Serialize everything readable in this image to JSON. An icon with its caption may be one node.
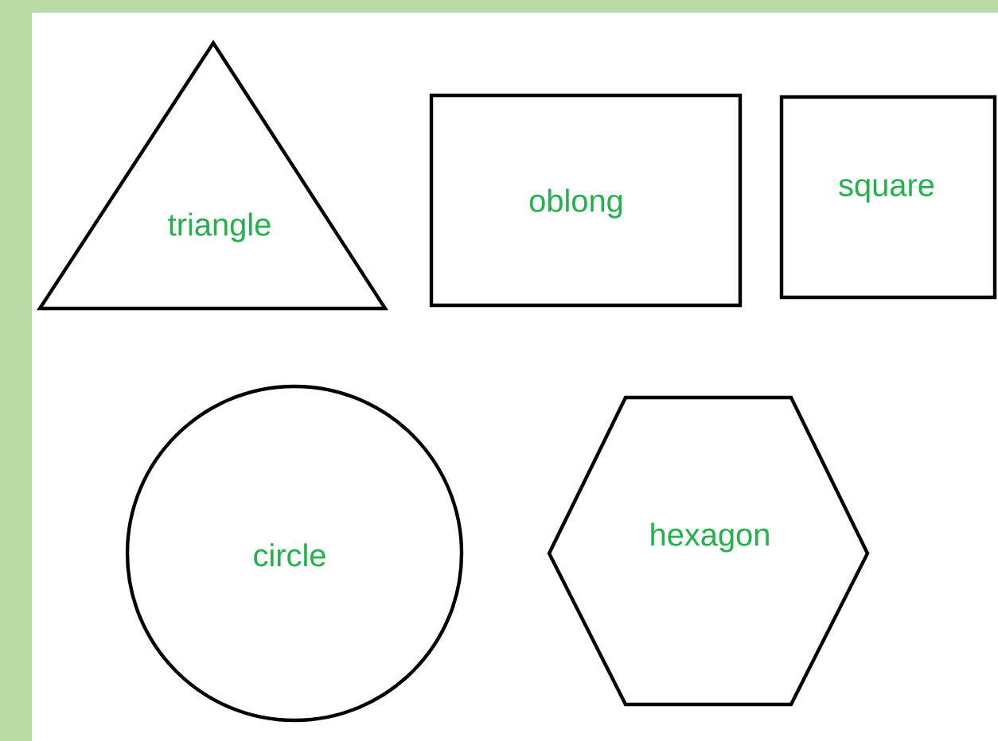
{
  "diagram": {
    "nodes": [
      {
        "text": [
          "triangle"
        ]
      },
      {
        "text": [
          "oblong"
        ]
      },
      {
        "text": [
          "square"
        ]
      },
      {
        "text": [
          "circle"
        ]
      },
      {
        "text": [
          "hexagon"
        ]
      }
    ]
  }
}
